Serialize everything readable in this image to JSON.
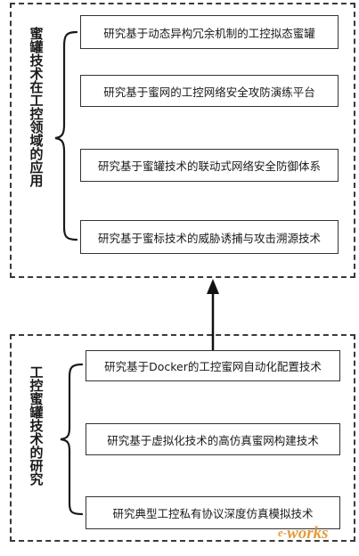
{
  "top_group": {
    "title": "蜜罐技术在工控领域的应用",
    "items": [
      "研究基于动态异构冗余机制的工控拟态蜜罐",
      "研究基于蜜网的工控网络安全攻防演练平台",
      "研究基于蜜罐技术的联动式网络安全防御体系",
      "研究基于蜜标技术的威胁诱捕与攻击溯源技术"
    ]
  },
  "bottom_group": {
    "title": "工控蜜罐技术的研究",
    "items": [
      "研究基于Docker的工控蜜网自动化配置技术",
      "研究基于虚拟化技术的高仿真蜜网构建技术",
      "研究典型工控私有协议深度仿真模拟技术"
    ]
  },
  "watermark": "e-works"
}
